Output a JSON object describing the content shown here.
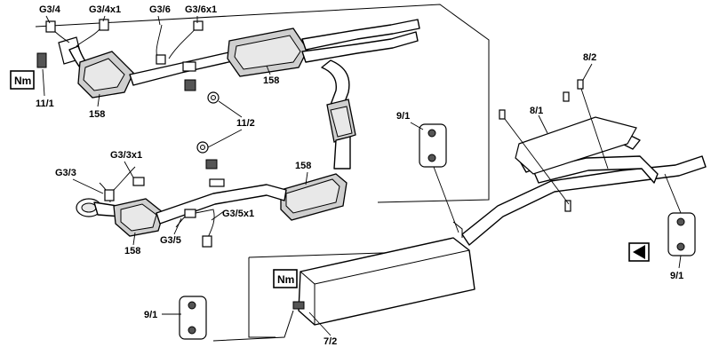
{
  "labels": {
    "g3_4": "G3/4",
    "g3_4x1": "G3/4x1",
    "g3_6": "G3/6",
    "g3_6x1": "G3/6x1",
    "g3_3": "G3/3",
    "g3_3x1": "G3/3x1",
    "g3_5": "G3/5",
    "g3_5x1": "G3/5x1",
    "p158_a": "158",
    "p158_b": "158",
    "p158_c": "158",
    "p158_d": "158",
    "p11_1": "11/1",
    "p11_2": "11/2",
    "p8_1": "8/1",
    "p8_2": "8/2",
    "p9_1_a": "9/1",
    "p9_1_b": "9/1",
    "p9_1_c": "9/1",
    "p7_2": "7/2"
  },
  "nm_boxes": {
    "nm_left": "Nm",
    "nm_mid": "Nm"
  },
  "icons": {
    "triangle": "warning-triangle-icon"
  }
}
